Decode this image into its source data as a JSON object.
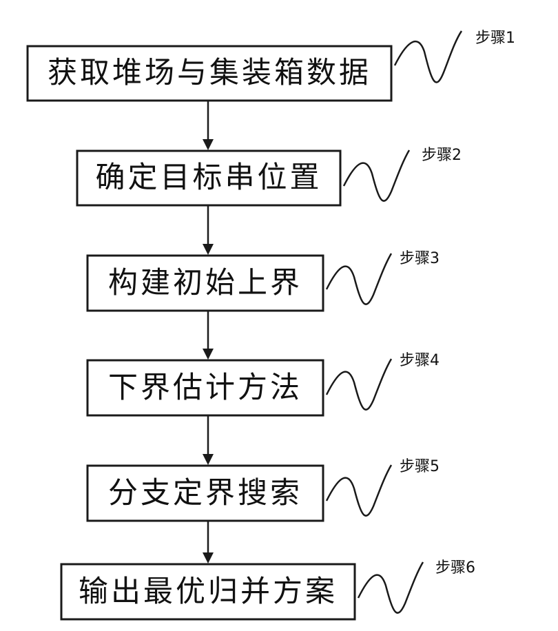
{
  "steps": [
    {
      "text": "获取堆场与集装箱数据",
      "tag": "步骤1"
    },
    {
      "text": "确定目标串位置",
      "tag": "步骤2"
    },
    {
      "text": "构建初始上界",
      "tag": "步骤3"
    },
    {
      "text": "下界估计方法",
      "tag": "步骤4"
    },
    {
      "text": "分支定界搜索",
      "tag": "步骤5"
    },
    {
      "text": "输出最优归并方案",
      "tag": "步骤6"
    }
  ]
}
